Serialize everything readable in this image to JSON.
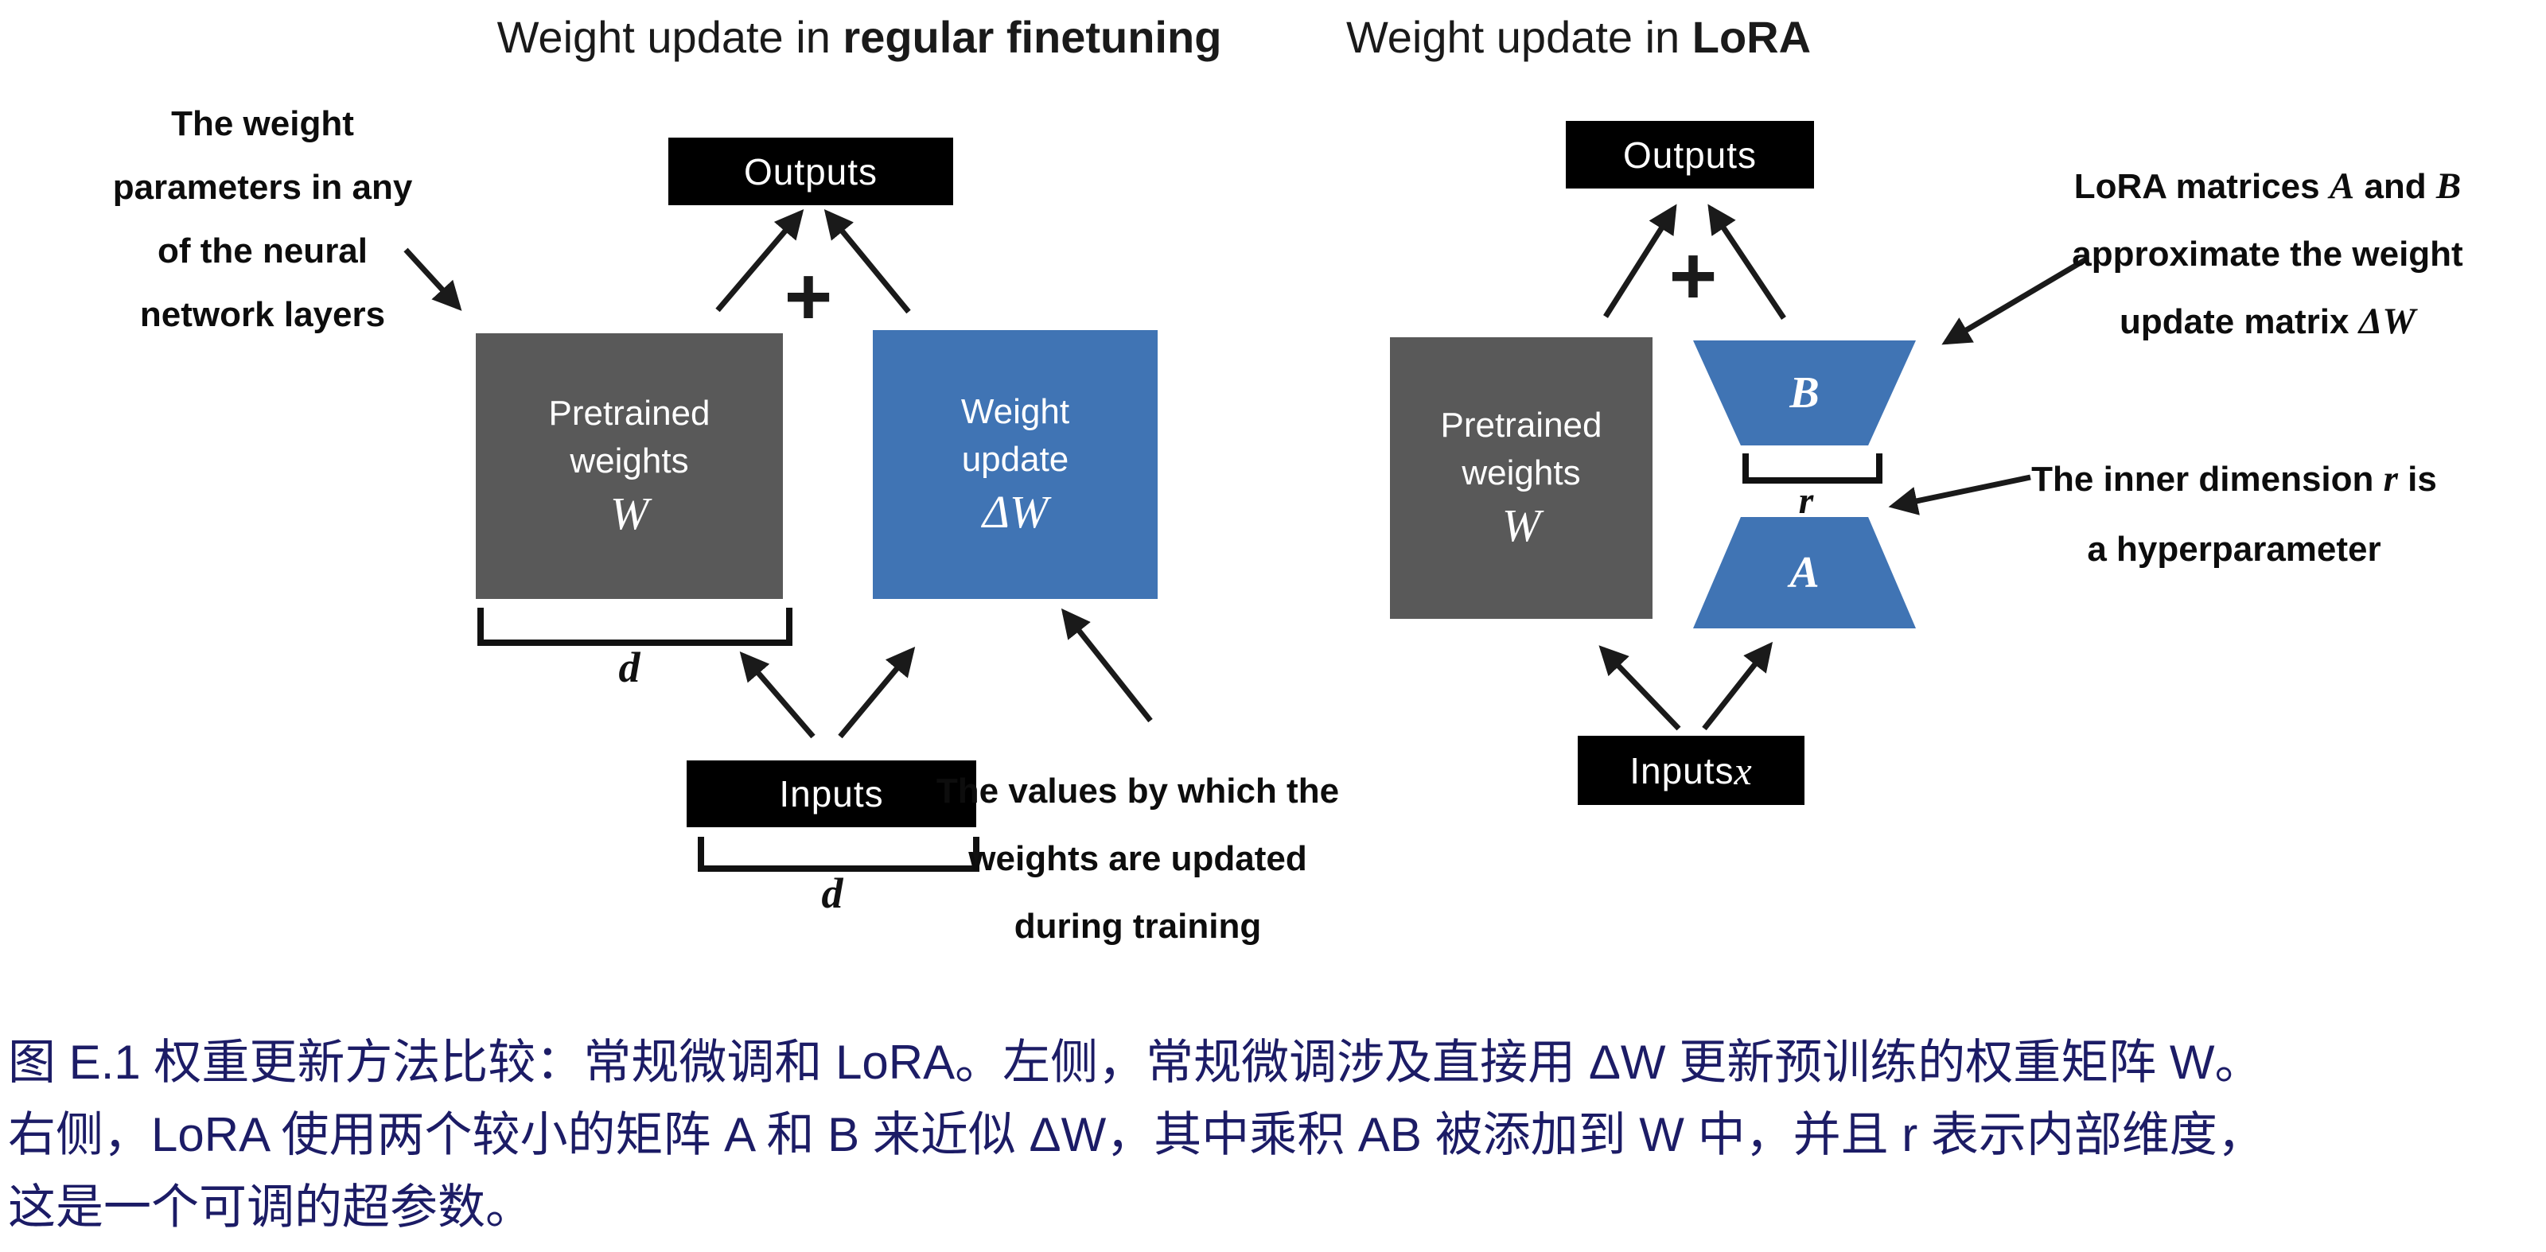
{
  "figure": {
    "left": {
      "title_prefix": "Weight update in ",
      "title_bold": "regular finetuning",
      "outputs_label": "Outputs",
      "inputs_label": "Inputs",
      "plus": "+",
      "pretrained_box": {
        "line1": "Pretrained",
        "line2": "weights",
        "math": "W"
      },
      "update_box": {
        "line1": "Weight",
        "line2": "update",
        "math": "ΔW"
      },
      "dim_under_weights": "d",
      "dim_under_inputs": "d",
      "annotation_weights": {
        "line1": "The weight",
        "line2": "parameters in any",
        "line3": "of the neural",
        "line4": "network layers"
      },
      "annotation_values": {
        "line1": "The values by which the",
        "line2": "weights are updated",
        "line3": "during training"
      }
    },
    "right": {
      "title_prefix": "Weight update in ",
      "title_bold": "LoRA",
      "outputs_label": "Outputs",
      "inputs_label": "Inputs ",
      "inputs_math": "x",
      "plus": "+",
      "pretrained_box": {
        "line1": "Pretrained",
        "line2": "weights",
        "math": "W"
      },
      "matrix_b": "B",
      "matrix_a": "A",
      "inner_dim": "r",
      "annotation_ab": {
        "line1_pre": "LoRA matrices ",
        "math_a": "A",
        "line1_mid": " and ",
        "math_b": "B",
        "line2": "approximate the weight",
        "line3_pre": "update matrix ",
        "math_dw": "ΔW"
      },
      "annotation_r": {
        "line1_pre": "The inner dimension ",
        "math_r": "r",
        "line1_post": " is",
        "line2": "a hyperparameter"
      }
    }
  },
  "caption": {
    "lines": [
      "图 E.1 权重更新方法比较：常规微调和 LoRA。左侧，常规微调涉及直接用 ΔW 更新预训练的权重矩阵 W。",
      "右侧，LoRA 使用两个较小的矩阵 A 和 B 来近似 ΔW，其中乘积 AB 被添加到 W 中，并且 r 表示内部维度，",
      "这是一个可调的超参数。"
    ]
  },
  "colors": {
    "box_gray": "#595959",
    "box_blue": "#4074b4",
    "box_black": "#000000",
    "caption_navy": "#1c1c66",
    "arrow_black": "#1a1a1a"
  },
  "icons": {
    "plus": "+",
    "arrowhead": "➤"
  }
}
